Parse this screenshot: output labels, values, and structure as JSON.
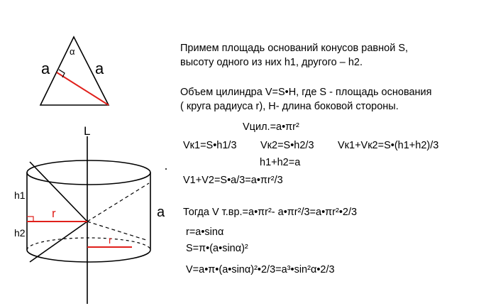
{
  "figure": {
    "triangle_label_left": "a",
    "triangle_label_right": "a",
    "triangle_label_angle": "α",
    "axis_label": "L",
    "label_h1": "h1",
    "label_h2": "h2",
    "label_r_upper": "r",
    "label_r_lower": "r",
    "label_side": "a",
    "color_radius": "#e0201b"
  },
  "text": {
    "p1_line1": "Примем площадь оснований конусов равной S,",
    "p1_line2": "высоту одного из них h1, другого – h2.",
    "p2_line1": "Объем цилиндра V=S•H, где S - площадь основания",
    "p2_line2": "( круга радиуса r), H- длина боковой стороны.",
    "v_cyl": "Vцил.=a•πr²",
    "v_k1": "Vк1=S•h1/3",
    "v_k2": "Vк2=S•h2/3",
    "v_sum": "Vк1+Vк2=S•(h1+h2)/3",
    "h_sum": "h1+h2=a",
    "v12": "V1+V2=S•a/3=a•πr²/3",
    "togda": "Тогда V т.вр.=a•πr²- a•πr²/3=a•πr²•2/3",
    "r_eq": "r=a•sinα",
    "s_eq": "S=π•(a•sinα)²",
    "v_final": "V=a•π•(a•sinα)²•2/3=a³•sin²α•2/3"
  }
}
